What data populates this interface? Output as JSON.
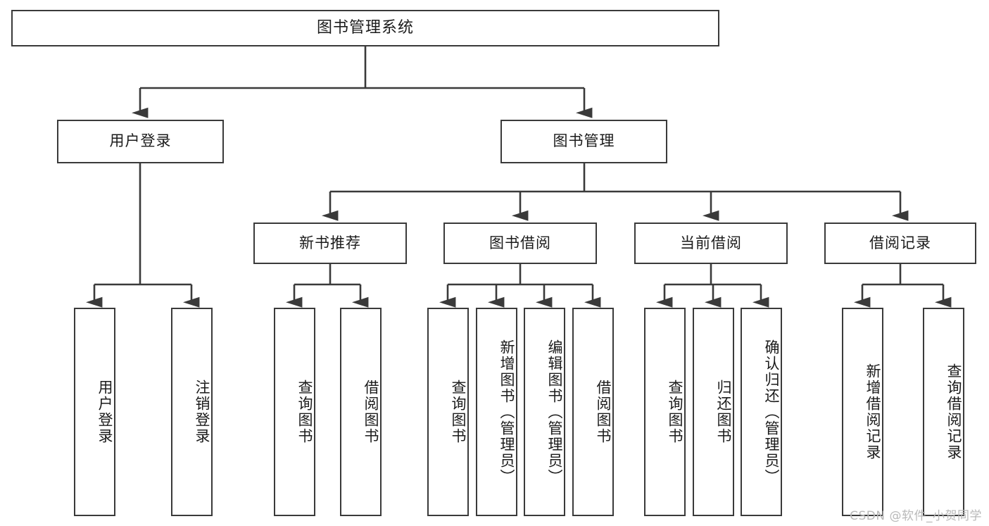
{
  "diagram": {
    "title": "图书管理系统",
    "watermark": "CSDN @软件_小贺同学",
    "stroke_color": "#3a3a3a",
    "background_color": "#ffffff",
    "text_color": "#1b1b1b",
    "watermark_color": "#b9b9b9",
    "type": "tree-hierarchy-flowchart",
    "levels": 4
  },
  "nodes": {
    "root": {
      "label": "图书管理系统"
    },
    "level2": [
      {
        "label": "用户登录"
      },
      {
        "label": "图书管理"
      }
    ],
    "level3": [
      {
        "label": "新书推荐"
      },
      {
        "label": "图书借阅"
      },
      {
        "label": "当前借阅"
      },
      {
        "label": "借阅记录"
      }
    ],
    "leaves_user_login": [
      {
        "label": "用户登录"
      },
      {
        "label": "注销登录"
      }
    ],
    "leaves_new_book": [
      {
        "label": "查询图书"
      },
      {
        "label": "借阅图书"
      }
    ],
    "leaves_borrow": [
      {
        "label": "查询图书"
      },
      {
        "label": "新增图书（管理员）"
      },
      {
        "label": "编辑图书（管理员）"
      },
      {
        "label": "借阅图书"
      }
    ],
    "leaves_current": [
      {
        "label": "查询图书"
      },
      {
        "label": "归还图书"
      },
      {
        "label": "确认归还（管理员）"
      }
    ],
    "leaves_records": [
      {
        "label": "新增借阅记录"
      },
      {
        "label": "查询借阅记录"
      }
    ]
  }
}
